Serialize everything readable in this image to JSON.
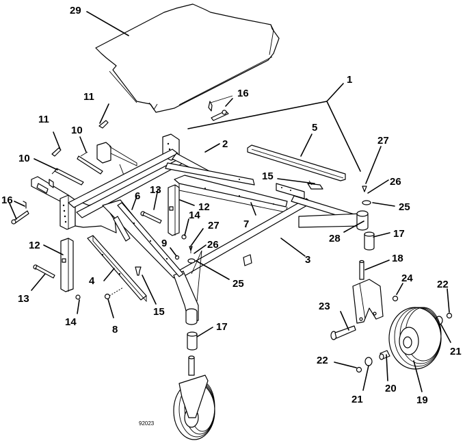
{
  "diagram": {
    "title": "Frame and caster wheel assembly exploded view",
    "figure_id": "92023",
    "callouts": [
      {
        "id": "c29",
        "label": "29",
        "part": "deck cover / shield"
      },
      {
        "id": "c1",
        "label": "1",
        "part": "frame assembly"
      },
      {
        "id": "c16a",
        "label": "16",
        "part": "lynch pin"
      },
      {
        "id": "c11a",
        "label": "11",
        "part": "clip"
      },
      {
        "id": "c11b",
        "label": "11",
        "part": "clip"
      },
      {
        "id": "c10a",
        "label": "10",
        "part": "pin"
      },
      {
        "id": "c10b",
        "label": "10",
        "part": "pin"
      },
      {
        "id": "c2",
        "label": "2",
        "part": "frame crossmember"
      },
      {
        "id": "c5",
        "label": "5",
        "part": "angle rail"
      },
      {
        "id": "c27a",
        "label": "27",
        "part": "bolt"
      },
      {
        "id": "c26a",
        "label": "26",
        "part": "lock washer"
      },
      {
        "id": "c25a",
        "label": "25",
        "part": "washer"
      },
      {
        "id": "c15a",
        "label": "15",
        "part": "spring pin"
      },
      {
        "id": "c16b",
        "label": "16",
        "part": "lynch pin"
      },
      {
        "id": "c13a",
        "label": "13",
        "part": "bolt"
      },
      {
        "id": "c12a",
        "label": "12",
        "part": "height adjust tube"
      },
      {
        "id": "c6",
        "label": "6",
        "part": "side rail"
      },
      {
        "id": "c7",
        "label": "7",
        "part": "rail"
      },
      {
        "id": "c14a",
        "label": "14",
        "part": "nut"
      },
      {
        "id": "c27b",
        "label": "27",
        "part": "bolt"
      },
      {
        "id": "c26b",
        "label": "26",
        "part": "lock washer"
      },
      {
        "id": "c9",
        "label": "9",
        "part": "bolt"
      },
      {
        "id": "c28",
        "label": "28",
        "part": "caster spindle housing"
      },
      {
        "id": "c17a",
        "label": "17",
        "part": "bushing"
      },
      {
        "id": "c3",
        "label": "3",
        "part": "frame side member"
      },
      {
        "id": "c25b",
        "label": "25",
        "part": "washer"
      },
      {
        "id": "c12b",
        "label": "12",
        "part": "height adjust tube"
      },
      {
        "id": "c13b",
        "label": "13",
        "part": "bolt"
      },
      {
        "id": "c4",
        "label": "4",
        "part": "side rail"
      },
      {
        "id": "c14b",
        "label": "14",
        "part": "nut"
      },
      {
        "id": "c8",
        "label": "8",
        "part": "nut"
      },
      {
        "id": "c15b",
        "label": "15",
        "part": "spring pin"
      },
      {
        "id": "c18",
        "label": "18",
        "part": "caster fork"
      },
      {
        "id": "c24",
        "label": "24",
        "part": "nut"
      },
      {
        "id": "c22a",
        "label": "22",
        "part": "nut"
      },
      {
        "id": "c23",
        "label": "23",
        "part": "bolt"
      },
      {
        "id": "c21a",
        "label": "21",
        "part": "spacer"
      },
      {
        "id": "c17b",
        "label": "17",
        "part": "bushing"
      },
      {
        "id": "c22b",
        "label": "22",
        "part": "nut"
      },
      {
        "id": "c21b",
        "label": "21",
        "part": "spacer"
      },
      {
        "id": "c20",
        "label": "20",
        "part": "bearing"
      },
      {
        "id": "c19",
        "label": "19",
        "part": "wheel"
      }
    ]
  }
}
